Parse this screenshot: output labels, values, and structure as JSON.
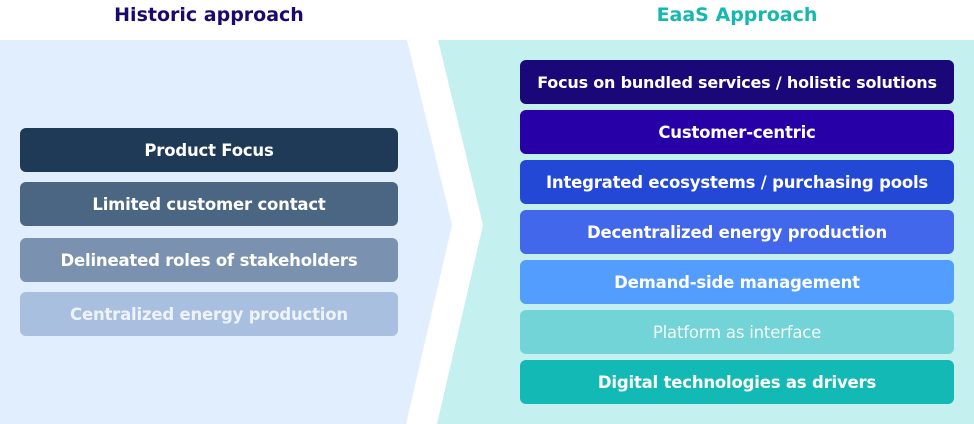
{
  "left": {
    "title": "Historic approach",
    "title_color": "#1a0a6e",
    "panel_color": "#e0eefe",
    "items": [
      {
        "label": "Product Focus",
        "color": "#1f3a56",
        "text_color": "#ffffff"
      },
      {
        "label": "Limited customer contact",
        "color": "#4b6682",
        "text_color": "#ffffff"
      },
      {
        "label": "Delineated roles of stakeholders",
        "color": "#7a91af",
        "text_color": "#ffffff"
      },
      {
        "label": "Centralized energy production",
        "color": "#a8bfdf",
        "text_color": "#eef3fb"
      }
    ]
  },
  "right": {
    "title": "EaaS Approach",
    "title_color": "#14b8b0",
    "panel_color": "#c4f0f0",
    "items": [
      {
        "label": "Focus on bundled services / holistic solutions",
        "color": "#1a0878",
        "text_color": "#ffffff"
      },
      {
        "label": "Customer-centric",
        "color": "#2800a8",
        "text_color": "#ffffff"
      },
      {
        "label": "Integrated ecosystems / purchasing pools",
        "color": "#2348d6",
        "text_color": "#ffffff"
      },
      {
        "label": "Decentralized energy production",
        "color": "#4267ea",
        "text_color": "#ffffff"
      },
      {
        "label": "Demand-side management",
        "color": "#529dfe",
        "text_color": "#ffffff"
      },
      {
        "label": "Platform as interface",
        "color": "#72d4d6",
        "text_color": "#f4fbfb"
      },
      {
        "label": "Digital technologies as drivers",
        "color": "#12b9b5",
        "text_color": "#ffffff"
      }
    ]
  }
}
